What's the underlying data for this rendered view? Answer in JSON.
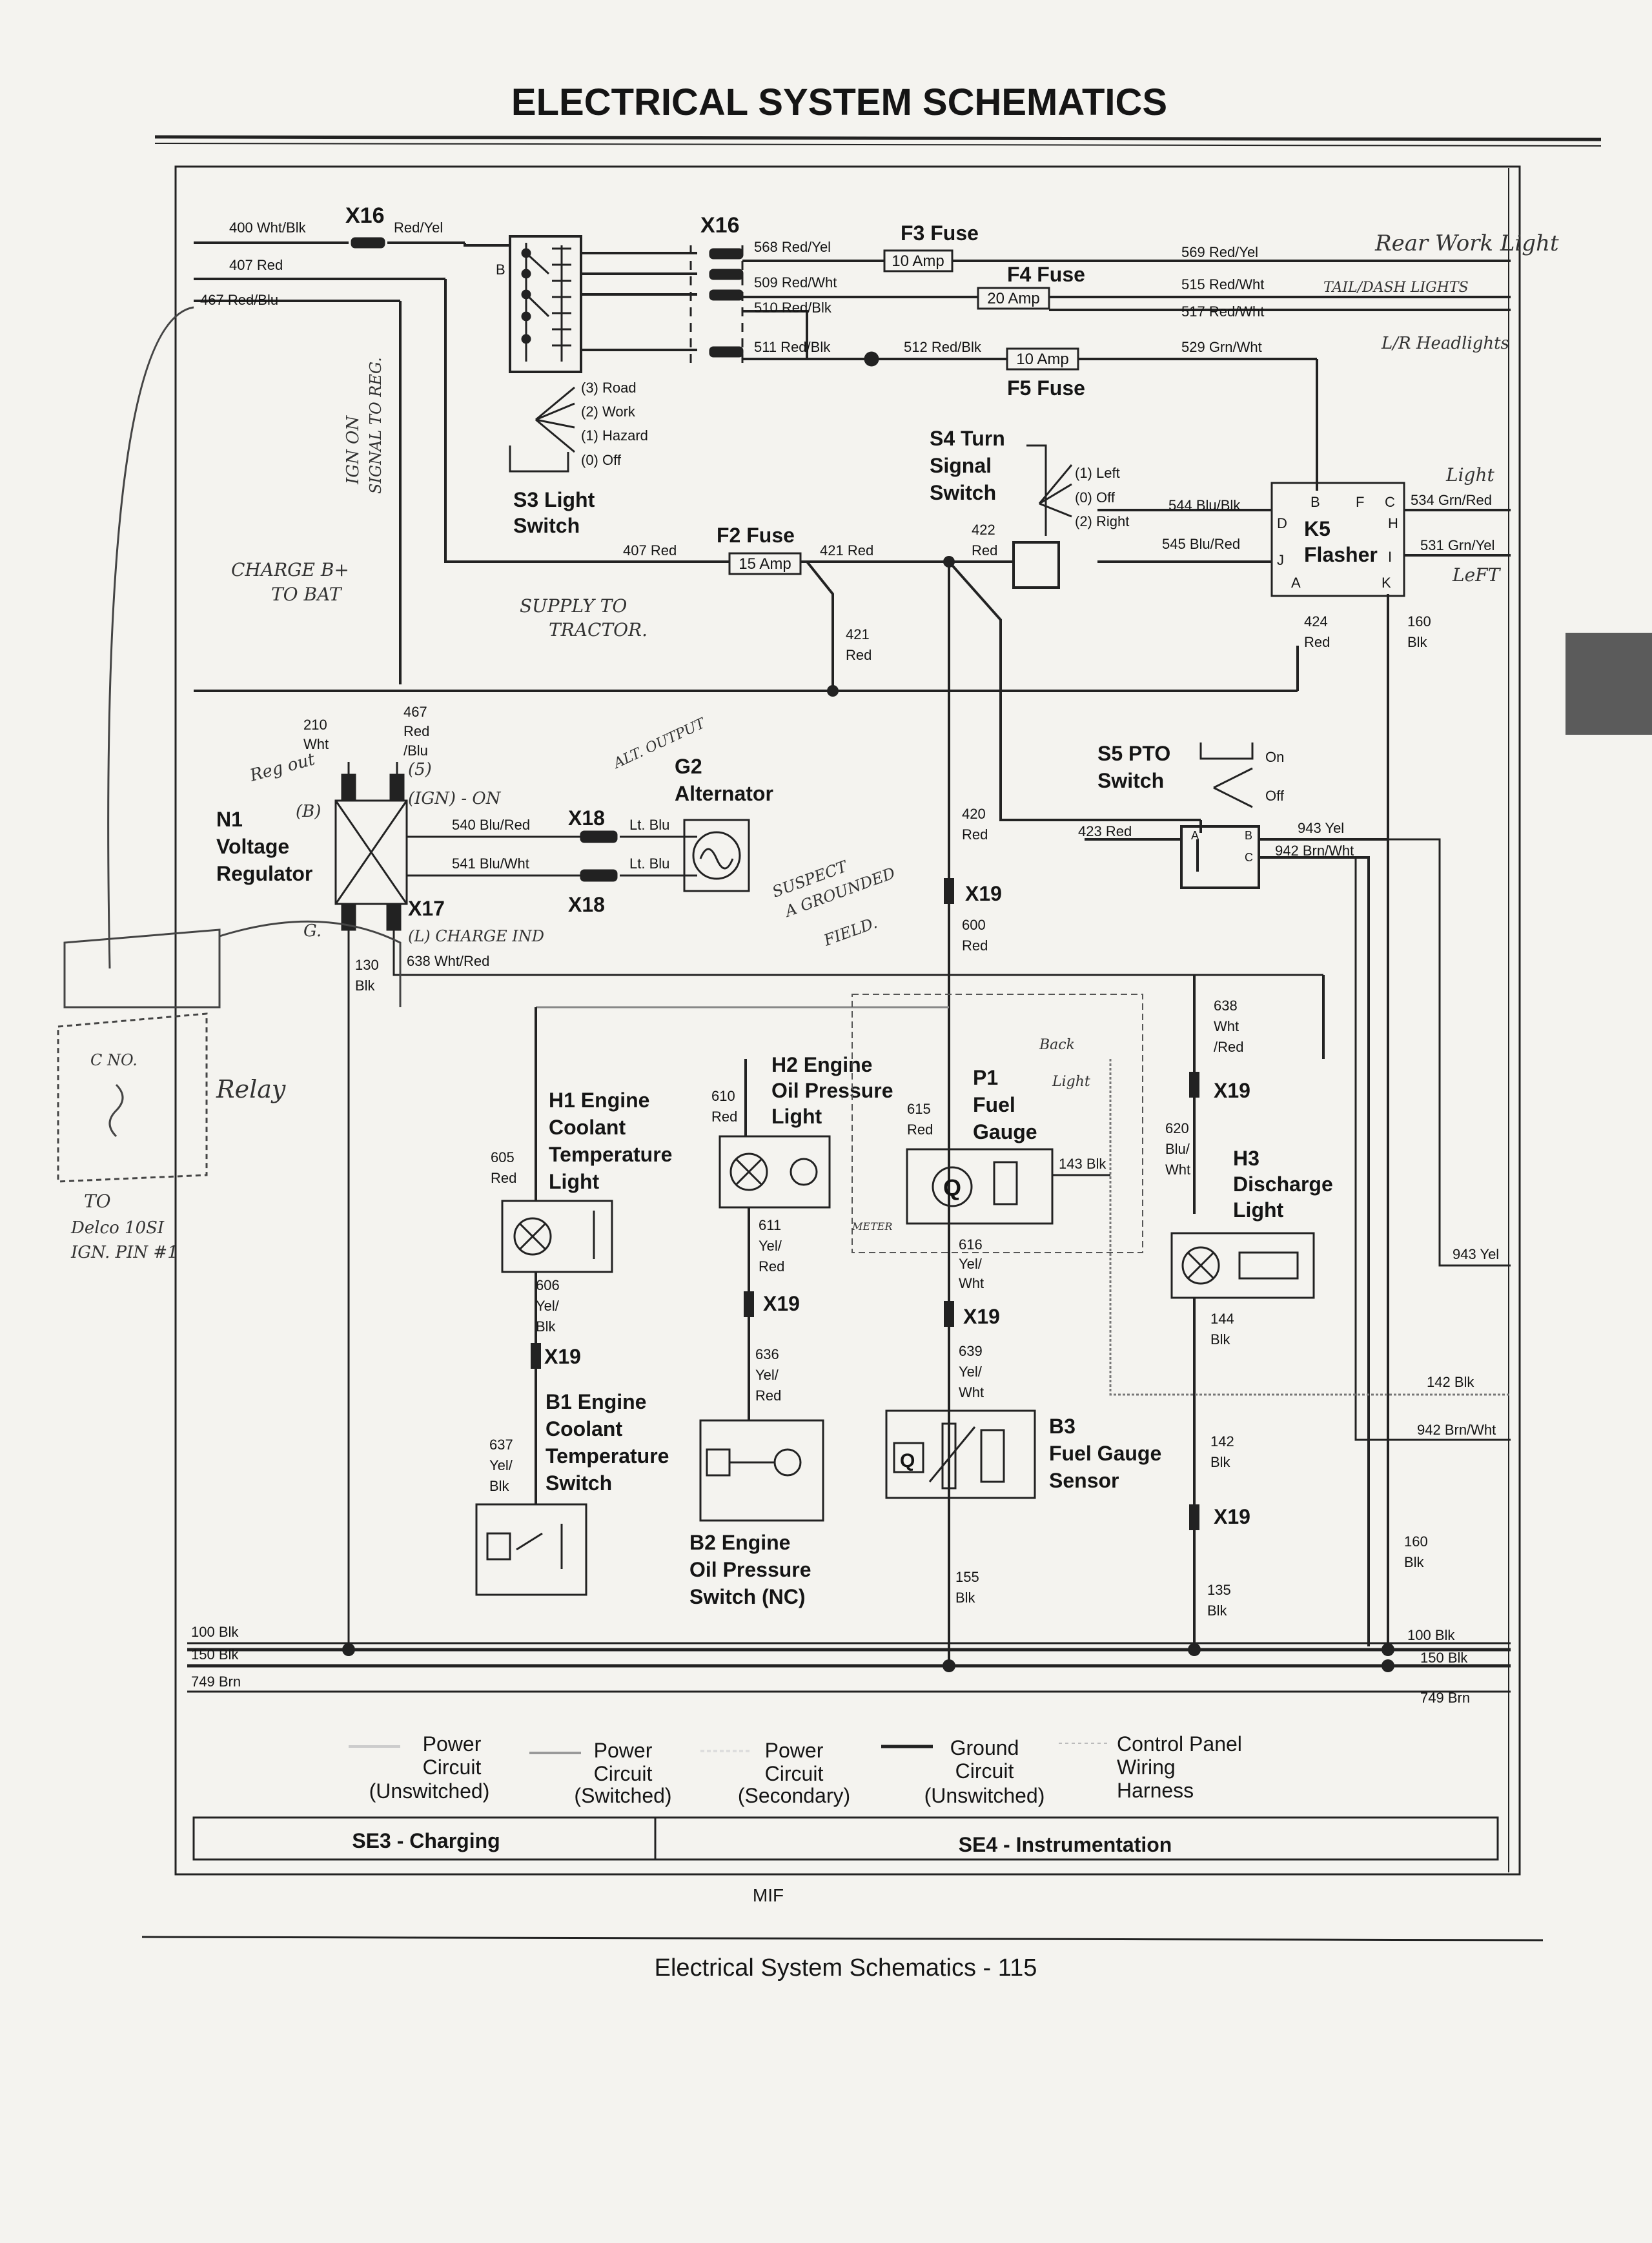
{
  "page": {
    "title": "ELECTRICAL   SYSTEM SCHEMATICS",
    "footer": "Electrical   System Schematics  - 115",
    "mif": "MIF"
  },
  "connectors": {
    "x16": "X16",
    "x17": "X17",
    "x18": "X18",
    "x19": "X19"
  },
  "fuses": {
    "f2": {
      "name": "F2 Fuse",
      "rating": "15 Amp"
    },
    "f3": {
      "name": "F3 Fuse",
      "rating": "10 Amp"
    },
    "f4": {
      "name": "F4 Fuse",
      "rating": "20 Amp"
    },
    "f5": {
      "name": "F5 Fuse",
      "rating": "10 Amp"
    }
  },
  "components": {
    "s3": {
      "line1": "S3 Light",
      "line2": "Switch",
      "pos3": "(3) Road",
      "pos2": "(2) Work",
      "pos1": "(1) Hazard",
      "pos0": "(0) Off",
      "b": "B"
    },
    "s4": {
      "line1": "S4 Turn",
      "line2": "Signal",
      "line3": "Switch",
      "left": "(1) Left",
      "off": "(0) Off",
      "right": "(2) Right"
    },
    "k5": {
      "line1": "K5",
      "line2": "Flasher",
      "b": "B",
      "f": "F",
      "c": "C",
      "d": "D",
      "h": "H",
      "i": "I",
      "j": "J",
      "a": "A",
      "k": "K"
    },
    "s5": {
      "line1": "S5 PTO",
      "line2": "Switch",
      "on": "On",
      "off": "Off",
      "a": "A",
      "b": "B",
      "c": "C"
    },
    "n1": {
      "line1": "N1",
      "line2": "Voltage",
      "line3": "Regulator"
    },
    "g2": {
      "line1": "G2",
      "line2": "Alternator"
    },
    "h1": {
      "line1": "H1 Engine",
      "line2": "Coolant",
      "line3": "Temperature",
      "line4": "Light"
    },
    "h2": {
      "line1": "H2 Engine",
      "line2": "Oil Pressure",
      "line3": "Light"
    },
    "p1": {
      "line1": "P1",
      "line2": "Fuel",
      "line3": "Gauge"
    },
    "h3": {
      "line1": "H3",
      "line2": "Discharge",
      "line3": "Light"
    },
    "b1": {
      "line1": "B1 Engine",
      "line2": "Coolant",
      "line3": "Temperature",
      "line4": "Switch"
    },
    "b2": {
      "line1": "B2 Engine",
      "line2": "Oil Pressure",
      "line3": "Switch (NC)"
    },
    "b3": {
      "line1": "B3",
      "line2": "Fuel Gauge",
      "line3": "Sensor"
    }
  },
  "wires": {
    "w400": "400 Wht/Blk",
    "w407": "407 Red",
    "w467": "467 Red/Blu",
    "w_redyel": "Red/Yel",
    "w568": "568 Red/Yel",
    "w509": "509 Red/Wht",
    "w510": "510 Red/Blk",
    "w511": "511 Red/Blk",
    "w512": "512 Red/Blk",
    "w569": "569 Red/Yel",
    "w515": "515 Red/Wht",
    "w517": "517 Red/Wht",
    "w529": "529 Grn/Wht",
    "w544": "544 Blu/Blk",
    "w545": "545 Blu/Red",
    "w534": "534 Grn/Red",
    "w531": "531 Grn/Yel",
    "w407b": "407 Red",
    "w421": "421 Red",
    "w422a": "422",
    "w422b": "Red",
    "w421b_1": "421",
    "w421b_2": "Red",
    "w424_1": "424",
    "w424_2": "Red",
    "w160_1": "160",
    "w160_2": "Blk",
    "w210_1": "210",
    "w210_2": "Wht",
    "w467b_1": "467",
    "w467b_2": "Red",
    "w467b_3": "/Blu",
    "w540": "540 Blu/Red",
    "w541": "541 Blu/Wht",
    "ltblu1": "Lt. Blu",
    "ltblu2": "Lt. Blu",
    "w130_1": "130",
    "w130_2": "Blk",
    "w638": "638 Wht/Red",
    "w420_1": "420",
    "w420_2": "Red",
    "w423": "423 Red",
    "w943": "943 Yel",
    "w942": "942 Brn/Wht",
    "w600_1": "600",
    "w600_2": "Red",
    "w638b_1": "638",
    "w638b_2": "Wht",
    "w638b_3": "/Red",
    "w605_1": "605",
    "w605_2": "Red",
    "w610_1": "610",
    "w610_2": "Red",
    "w615_1": "615",
    "w615_2": "Red",
    "w620_1": "620",
    "w620_2": "Blu/",
    "w620_3": "Wht",
    "w143": "143 Blk",
    "w611_1": "611",
    "w611_2": "Yel/",
    "w611_3": "Red",
    "w616_1": "616",
    "w616_2": "Yel/",
    "w616_3": "Wht",
    "w606_1": "606",
    "w606_2": "Yel/",
    "w606_3": "Blk",
    "w144_1": "144",
    "w144_2": "Blk",
    "w943b": "943 Yel",
    "w636_1": "636",
    "w636_2": "Yel/",
    "w636_3": "Red",
    "w639_1": "639",
    "w639_2": "Yel/",
    "w639_3": "Wht",
    "w142": "142 Blk",
    "w942b": "942 Brn/Wht",
    "w637_1": "637",
    "w637_2": "Yel/",
    "w637_3": "Blk",
    "w142b_1": "142",
    "w142b_2": "Blk",
    "w160b_1": "160",
    "w160b_2": "Blk",
    "w155_1": "155",
    "w155_2": "Blk",
    "w135_1": "135",
    "w135_2": "Blk",
    "w100": "100 Blk",
    "w150": "150 Blk",
    "w749": "749 Brn",
    "w100r": "100 Blk",
    "w150r": "150 Blk",
    "w749r": "749 Brn"
  },
  "legend": {
    "l1": [
      "Power",
      "Circuit",
      "(Unswitched)"
    ],
    "l2": [
      "Power",
      "Circuit",
      "(Switched)"
    ],
    "l3": [
      "Power",
      "Circuit",
      "(Secondary)"
    ],
    "l4": [
      "Ground",
      "Circuit",
      "(Unswitched)"
    ],
    "l5": [
      "Control Panel",
      "Wiring",
      "Harness"
    ]
  },
  "sections": {
    "left": "SE3 - Charging",
    "right": "SE4 - Instrumentation"
  },
  "handwriting": {
    "rear_work": "Rear Work Light",
    "tail": "TAIL/DASH LIGHTS",
    "lr_head": "L/R Headlights",
    "light": "Light",
    "left": "LeFT",
    "ign_on_1": "IGN ON",
    "ign_on_2": "SIGNAL TO REG.",
    "charge_1": "CHARGE B+",
    "charge_2": "TO BAT",
    "supply_1": "SUPPLY TO",
    "supply_2": "TRACTOR.",
    "alt_out": "ALT. OUTPUT",
    "reg_out": "Reg out",
    "b_term": "(B)",
    "s_term": "(5)",
    "ign_term": "(IGN) - ON",
    "l_term": "(L) CHARGE IND",
    "g_term": "G.",
    "suspect_1": "SUSPECT",
    "suspect_2": "A GROUNDED",
    "suspect_3": "FIELD.",
    "back_1": "Back",
    "back_2": "Light",
    "meter": "METER",
    "relay": "Relay",
    "c_no": "C NO.",
    "to_1": "TO",
    "to_2": "Delco 10SI",
    "to_3": "IGN. PIN #1"
  },
  "colors": {
    "ink": "#151515",
    "paper": "#f4f3ef",
    "pencil": "#444444"
  }
}
